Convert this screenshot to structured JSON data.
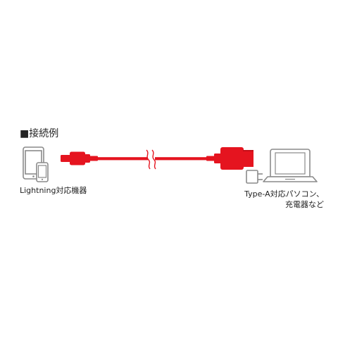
{
  "heading": "■接続例",
  "left_label": "Lightning対応機器",
  "right_label_line1": "Type-A対応パソコン、",
  "right_label_line2": "充電器など",
  "colors": {
    "cable": "#e5141f",
    "cable_dark": "#c50e18",
    "device_outline": "#8a8a8a",
    "text": "#222222"
  },
  "icons": [
    "tablet-icon",
    "smartphone-icon",
    "lightning-connector-icon",
    "cable-break-icon",
    "usb-a-connector-icon",
    "charger-icon",
    "laptop-icon"
  ]
}
